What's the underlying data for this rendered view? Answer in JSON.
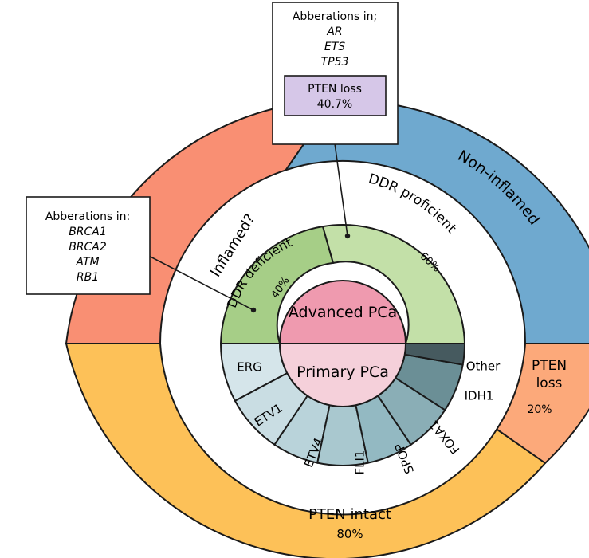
{
  "center": {
    "advanced_label": "Advanced PCa",
    "primary_label": "Primary PCa"
  },
  "advanced": {
    "ddr_deficient": {
      "label": "DDR deficient",
      "pct": "40%"
    },
    "ddr_proficient": {
      "label": "DDR proficient",
      "pct": "60%"
    },
    "inflamed": {
      "label": "Inflamed?"
    },
    "non_inflamed": {
      "label": "Non-inflamed"
    }
  },
  "primary": {
    "subtypes": [
      {
        "label": "ERG"
      },
      {
        "label": "ETV1"
      },
      {
        "label": "ETV4"
      },
      {
        "label": "FLI1"
      },
      {
        "label": "SPOP"
      },
      {
        "label": "FOXA1"
      },
      {
        "label": "IDH1"
      },
      {
        "label": "Other"
      }
    ],
    "pten_intact": {
      "label": "PTEN intact",
      "pct": "80%"
    },
    "pten_loss": {
      "line1": "PTEN",
      "line2": "loss",
      "pct": "20%"
    }
  },
  "callouts": {
    "ddr_deficient_box": {
      "heading": "Abberations in:",
      "genes": [
        "BRCA1",
        "BRCA2",
        "ATM",
        "RB1"
      ]
    },
    "ddr_proficient_box": {
      "heading": "Abberations in;",
      "genes": [
        "AR",
        "ETS",
        "TP53"
      ],
      "inner_label": "PTEN loss",
      "inner_pct": "40.7%"
    }
  },
  "colors": {
    "outline": "#1a1a1a",
    "advanced_center": "#ef9aaf",
    "primary_center": "#f5d0da",
    "ddr_deficient": "#a6ce87",
    "ddr_proficient": "#c3e0a8",
    "inflamed": "#f98f73",
    "non_inflamed": "#6fa9cf",
    "pten_intact": "#fdc158",
    "pten_loss": "#fca97a",
    "pten_loss_box": "#d6c7e8",
    "subtypes": [
      "#d5e5ea",
      "#c9dde3",
      "#b9d3da",
      "#a9c8cf",
      "#93b9c2",
      "#8aaeb6",
      "#6b8f96",
      "#465a5f"
    ]
  }
}
